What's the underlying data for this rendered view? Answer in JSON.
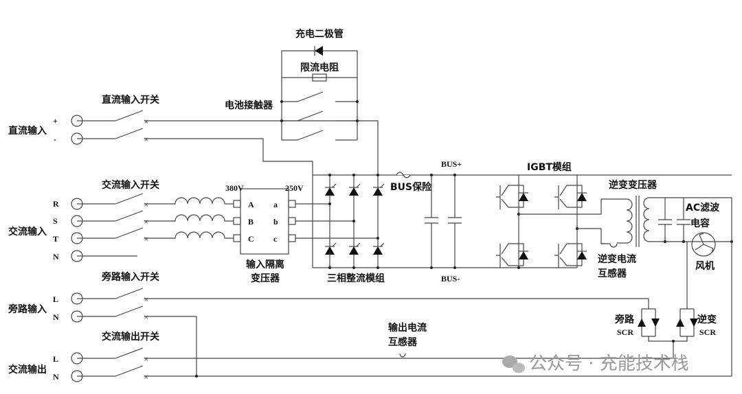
{
  "labels": {
    "dc_input": "直流输入",
    "dc_plus": "+",
    "dc_minus": "-",
    "dc_switch": "直流输入开关",
    "charge_diode": "充电二极管",
    "limit_resistor": "限流电阻",
    "battery_contactor": "电池接触器",
    "ac_input": "交流输入",
    "ac_switch": "交流输入开关",
    "phase_r": "R",
    "phase_s": "S",
    "phase_t": "T",
    "phase_n": "N",
    "v380": "380V",
    "v250": "250V",
    "tA": "A",
    "tB": "B",
    "tC": "C",
    "ta": "a",
    "tb": "b",
    "tc": "c",
    "iso_transformer_1": "输入隔离",
    "iso_transformer_2": "变压器",
    "rectifier": "三相整流模组",
    "bus_fuse": "BUS保险",
    "bus_plus": "BUS+",
    "bus_minus": "BUS-",
    "igbt": "IGBT模组",
    "inv_transformer": "逆变变压器",
    "ac_filter_1": "AC滤波",
    "ac_filter_2": "电容",
    "fan": "风机",
    "inv_ct_1": "逆变电流",
    "inv_ct_2": "互感器",
    "bypass_input": "旁路输入",
    "bypass_switch": "旁路输入开关",
    "bypass_l": "L",
    "bypass_n": "N",
    "bypass_scr_1": "旁路",
    "bypass_scr_2": "SCR",
    "inv_scr_1": "逆变",
    "inv_scr_2": "SCR",
    "out_ct_1": "输出电流",
    "out_ct_2": "互感器",
    "ac_output": "交流输出",
    "ac_out_switch": "交流输出开关",
    "out_l": "L",
    "out_n": "N"
  },
  "watermark": "公众号 · 充能技术栈"
}
